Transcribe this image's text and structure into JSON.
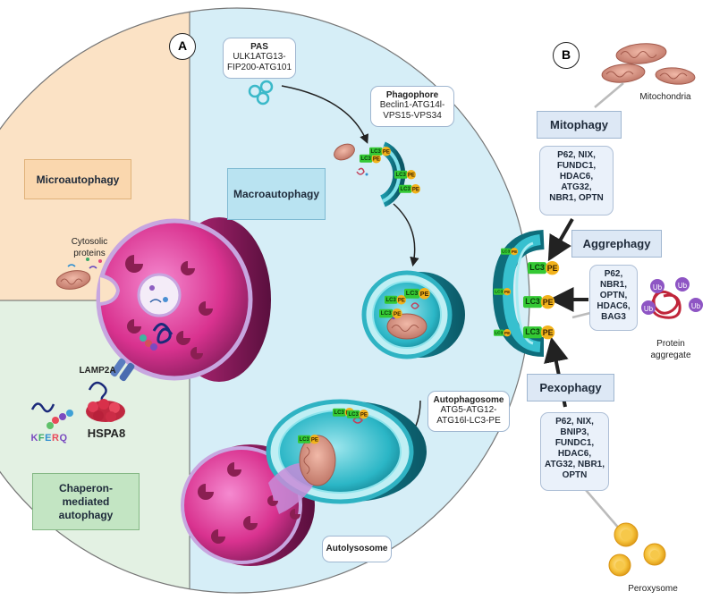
{
  "panel_a": {
    "label": "A",
    "microautophagy": {
      "label": "Microautophagy",
      "cytosolic_label": "Cytosolic\nproteins"
    },
    "cma": {
      "label": "Chaperon-\nmediated\nautophagy",
      "lamp2a_label": "LAMP2A",
      "hspa8_label": "HSPA8",
      "kferq": [
        "K",
        "F",
        "E",
        "R",
        "Q"
      ]
    },
    "macroautophagy": {
      "label": "Macroautophagy",
      "pas": {
        "title": "PAS",
        "text": "ULK1ATG13-\nFIP200-ATG101"
      },
      "phagophore": {
        "title": "Phagophore",
        "text": "Beclin1-ATG14l-\nVPS15-VPS34"
      },
      "autophagosome": {
        "title": "Autophagosome",
        "text": "ATG5-ATG12-\nATG16l-LC3-PE"
      },
      "autolysosome": {
        "title": "Autolysosome"
      },
      "tags": {
        "lc3": "LC3",
        "pe": "PE"
      }
    }
  },
  "panel_b": {
    "label": "B",
    "mitochondria_label": "Mitochondria",
    "mitophagy": {
      "title": "Mitophagy",
      "items": [
        "P62, NIX,",
        "FUNDC1,",
        "HDAC6,",
        "ATG32,",
        "NBR1, OPTN"
      ]
    },
    "aggrephagy": {
      "title": "Aggrephagy",
      "items": [
        "P62,",
        "NBR1,",
        "OPTN,",
        "HDAC6,",
        "BAG3"
      ],
      "ub": "Ub",
      "protein_label": "Protein\naggregate"
    },
    "pexophagy": {
      "title": "Pexophagy",
      "items": [
        "P62, NIX,",
        "BNIP3,",
        "FUNDC1,",
        "HDAC6,",
        "ATG32, NBR1,",
        "OPTN"
      ]
    },
    "peroxysome_label": "Peroxysome"
  },
  "colors": {
    "micro_bg": "#fbe2c5",
    "cma_bg": "#e3f1e3",
    "macro_bg": "#d6eef7",
    "lysosome": "#e04b9c",
    "cyan": "#21b3c6",
    "lc3_green": "#34c834",
    "pe_orange": "#f2b21b",
    "box_border": "#9fb6d0"
  }
}
